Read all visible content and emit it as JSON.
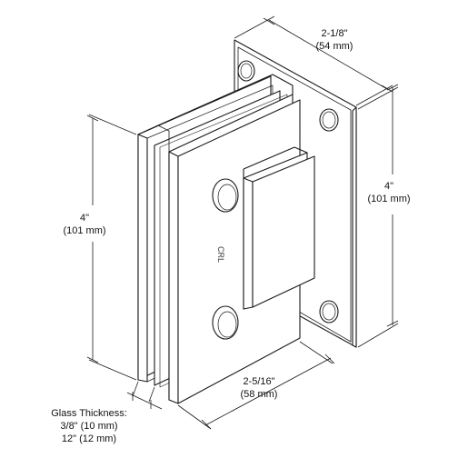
{
  "dimensions": {
    "top_width": {
      "imperial": "2-1/8\"",
      "metric": "(54 mm)"
    },
    "right_height": {
      "imperial": "4\"",
      "metric": "(101 mm)"
    },
    "left_height": {
      "imperial": "4\"",
      "metric": "(101 mm)"
    },
    "bottom_width": {
      "imperial": "2-5/16\"",
      "metric": "(58 mm)"
    }
  },
  "glass_thickness": {
    "title": "Glass Thickness:",
    "option_1": "3/8\" (10 mm)",
    "option_2": "12\" (12 mm)"
  },
  "logo": "CRL",
  "colors": {
    "line": "#1a1a1a",
    "fill": "#ffffff"
  }
}
